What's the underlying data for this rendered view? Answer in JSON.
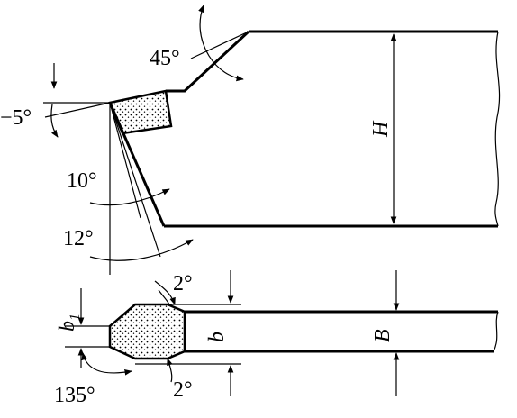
{
  "labels": {
    "angle_45": "45°",
    "angle_neg5": "−5°",
    "angle_10": "10°",
    "angle_12": "12°",
    "height_H": "H",
    "angle_2_top": "2°",
    "angle_2_bottom": "2°",
    "b1_main": "b",
    "b1_sub": "1",
    "width_b": "b",
    "width_B": "B",
    "angle_135": "135°"
  }
}
